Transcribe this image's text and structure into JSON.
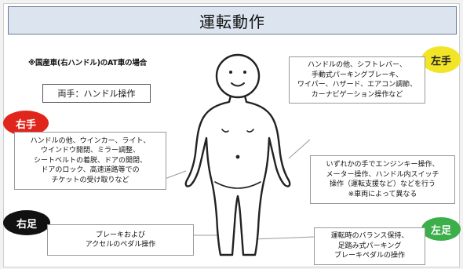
{
  "title": "運転動作",
  "note": "※国産車(右ハンドル)のAT車の場合",
  "both_hands": "両手：ハンドル操作",
  "left_hand": {
    "tag": "左手",
    "lines": [
      "ハンドルの他、シフトレバー、",
      "手動式パーキングブレーキ、",
      "ワイパー、ハザード、エアコン調節、",
      "カーナビゲーション操作など"
    ]
  },
  "right_hand": {
    "tag": "右手",
    "lines": [
      "ハンドルの他、ウインカー、ライト、",
      "ウインドウ開閉、ミラー調整、",
      "シートベルトの着脱、ドアの開閉、",
      "ドアのロック、高速道路等での",
      "チケットの受け取りなど"
    ]
  },
  "either_hand": {
    "lines": [
      "いずれかの手でエンジンキー操作、",
      "メーター操作、ハンドル内スイッチ",
      "操作（運転支援など）などを行う",
      "※車両によって異なる"
    ]
  },
  "right_foot": {
    "tag": "右足",
    "lines": [
      "ブレーキおよび",
      "アクセルのペダル操作"
    ]
  },
  "left_foot": {
    "tag": "左足",
    "lines": [
      "運転時のバランス保持、",
      "足踏み式パーキング",
      "ブレーキペダルの操作"
    ]
  }
}
